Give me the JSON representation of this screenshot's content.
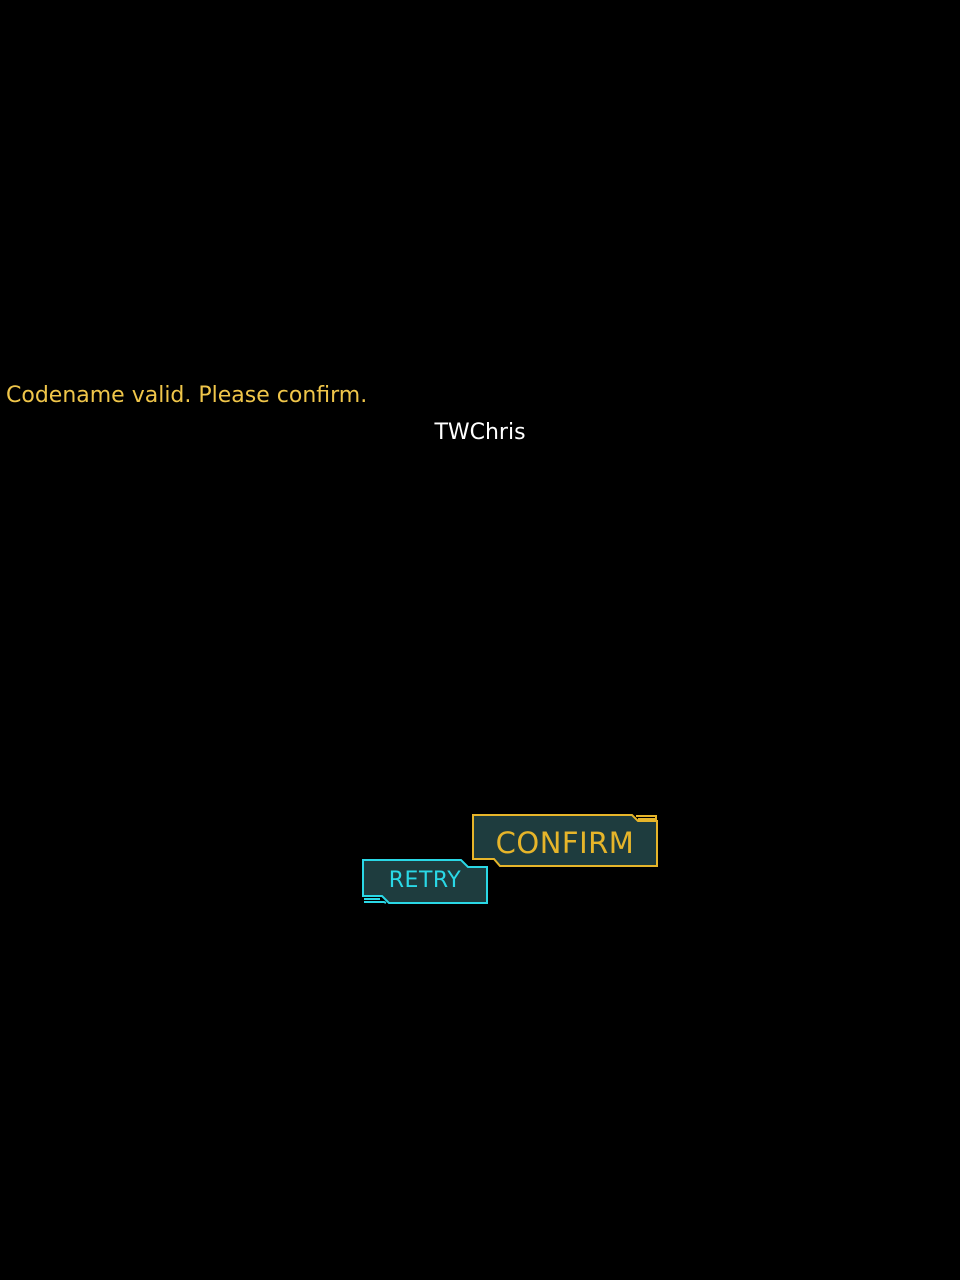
{
  "theme": {
    "background": "#000000",
    "accent_gold": "#e6b52a",
    "accent_cyan": "#2ad8e6",
    "button_fill": "#1e3c3e",
    "text_white": "#ffffff"
  },
  "message": {
    "status": "Codename valid. Please confirm.",
    "status_color": "#f0c64a"
  },
  "codename": {
    "value": "TWChris"
  },
  "buttons": {
    "confirm_label": "CONFIRM",
    "retry_label": "RETRY"
  }
}
